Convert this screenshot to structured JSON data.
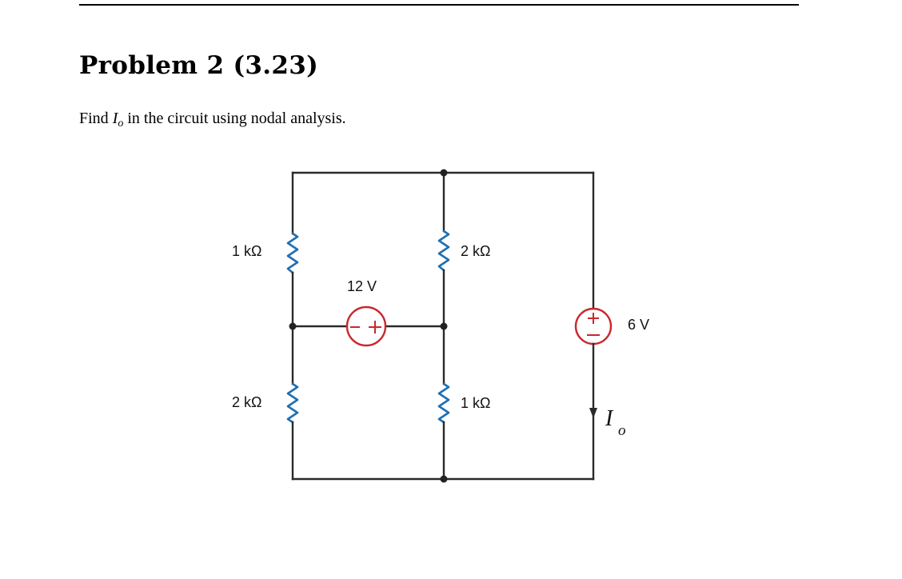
{
  "problem": {
    "heading": "Problem 2 (3.23)",
    "statement_before": "Find ",
    "current_symbol": "I",
    "current_subscript": "o",
    "statement_after": " in the circuit using nodal analysis."
  },
  "circuit": {
    "labels": {
      "r_top_left": "1 kΩ",
      "r_top_mid": "2 kΩ",
      "r_bottom_left": "2 kΩ",
      "r_bottom_mid": "1 kΩ",
      "source_12v": "12 V",
      "source_6v": "6 V",
      "current_symbol": "I",
      "current_subscript": "o"
    },
    "colors": {
      "resistor": "#1f6fb2",
      "source": "#c8282e",
      "wire": "#2a2a2a"
    }
  }
}
